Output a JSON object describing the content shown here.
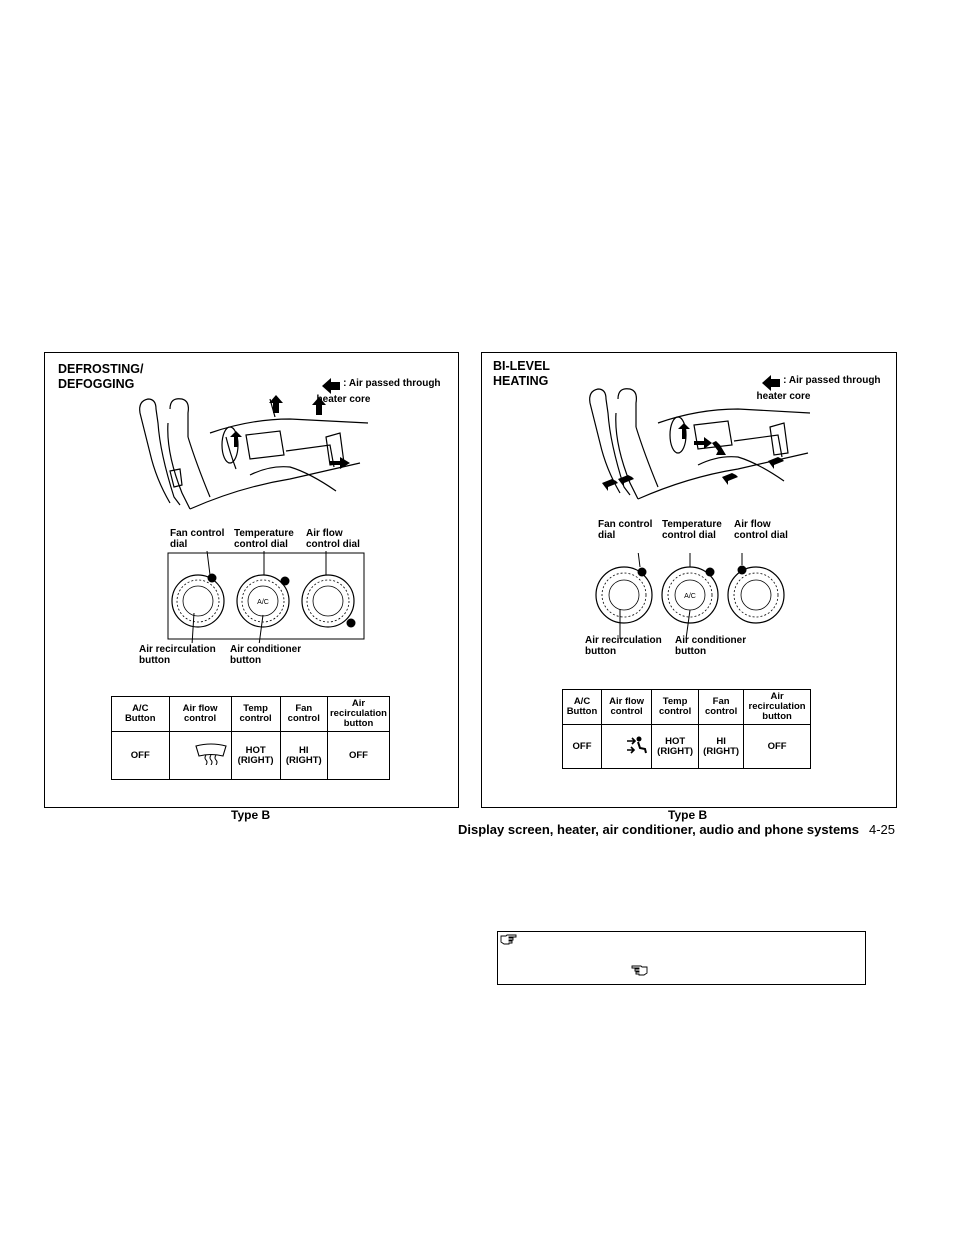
{
  "left_panel": {
    "title": "DEFROSTING/\nDEFOGGING",
    "legend": ": Air passed through\n  heater core",
    "labels": {
      "fan": "Fan control\ndial",
      "temp": "Temperature\ncontrol dial",
      "airflow": "Air flow\ncontrol dial",
      "recirc": "Air recirculation\nbutton",
      "ac": "Air conditioner\nbutton",
      "ac_dial_text": "A/C"
    },
    "table": {
      "headers": [
        "A/C\nButton",
        "Air flow\ncontrol",
        "Temp\ncontrol",
        "Fan\ncontrol",
        "Air\nrecirculation\nbutton"
      ],
      "values": [
        "OFF",
        "",
        "HOT\n(RIGHT)",
        "HI\n(RIGHT)",
        "OFF"
      ],
      "airflow_icon": "defrost-icon"
    },
    "caption": "Type B"
  },
  "right_panel": {
    "title": "BI-LEVEL\nHEATING",
    "legend": ": Air passed through\n  heater core",
    "labels": {
      "fan": "Fan control\ndial",
      "temp": "Temperature\ncontrol dial",
      "airflow": "Air flow\ncontrol dial",
      "recirc": "Air recirculation\nbutton",
      "ac": "Air conditioner\nbutton",
      "ac_dial_text": "A/C"
    },
    "table": {
      "headers": [
        "A/C\nButton",
        "Air flow\ncontrol",
        "Temp\ncontrol",
        "Fan\ncontrol",
        "Air\nrecirculation\nbutton"
      ],
      "values": [
        "OFF",
        "",
        "HOT\n(RIGHT)",
        "HI\n(RIGHT)",
        "OFF"
      ],
      "airflow_icon": "bi-level-icon"
    },
    "caption": "Type B"
  },
  "footer": {
    "section_title": "Display screen, heater, air conditioner, audio and phone systems",
    "page_number": "4-25"
  },
  "note_box": {
    "icons": [
      "pointing-hand-icon",
      "pointing-hand-back-icon"
    ]
  }
}
